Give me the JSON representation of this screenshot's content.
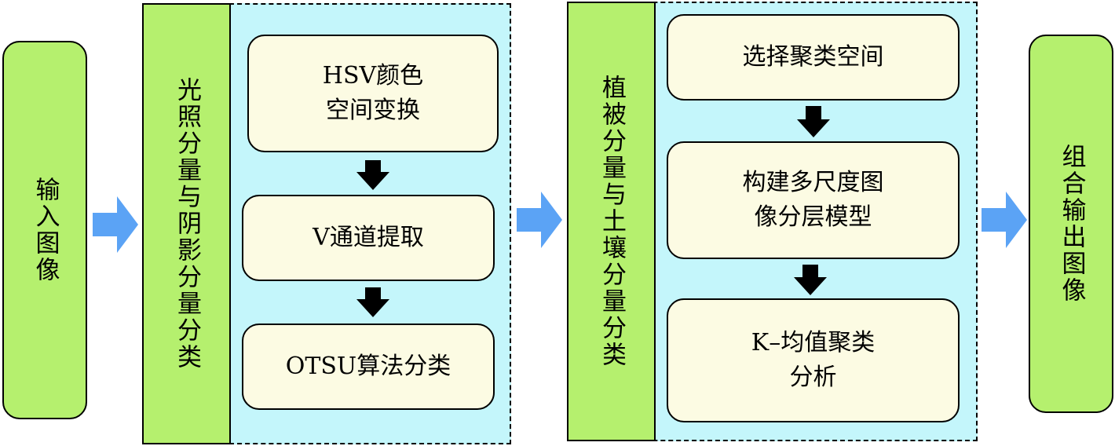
{
  "input": {
    "label": "输入图像"
  },
  "group1": {
    "title": "光照分量与阴影分量分类",
    "steps": [
      {
        "line1": "HSV颜色",
        "line2": "空间变换"
      },
      {
        "line1": "V通道提取",
        "line2": ""
      },
      {
        "line1": "OTSU算法分类",
        "line2": ""
      }
    ]
  },
  "group2": {
    "title": "植被分量与土壤分量分类",
    "steps": [
      {
        "line1": "选择聚类空间",
        "line2": ""
      },
      {
        "line1": "构建多尺度图",
        "line2": "像分层模型"
      },
      {
        "line1": "K–均值聚类",
        "line2": "分析"
      }
    ]
  },
  "output": {
    "label": "组合输出图像"
  },
  "colors": {
    "green": "#b5f06e",
    "cyan": "#c4f6fb",
    "cream": "#fcfbe3",
    "flow_arrow": "#5ba3f5",
    "step_arrow": "#000000"
  }
}
